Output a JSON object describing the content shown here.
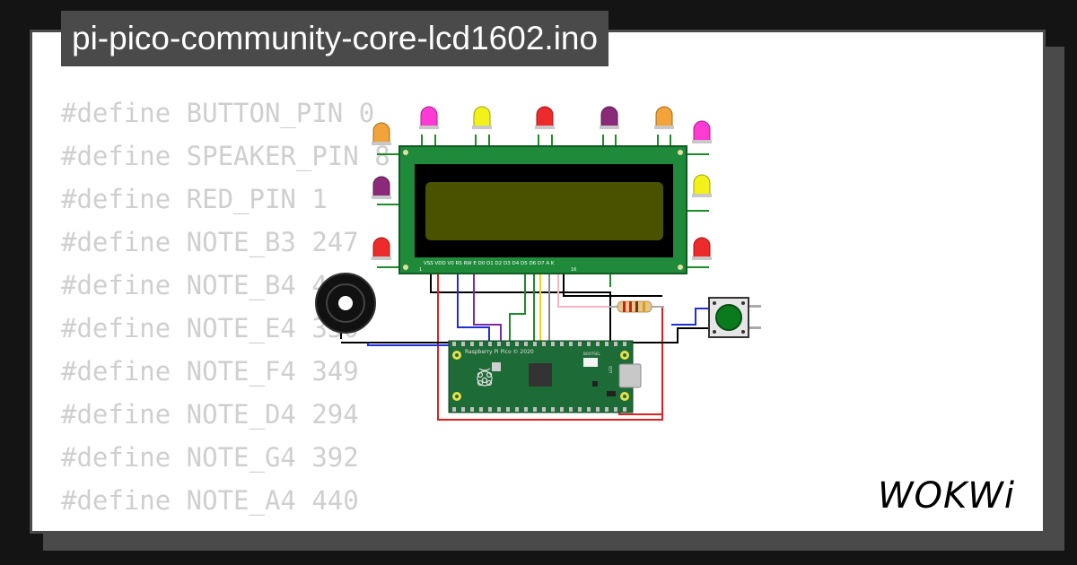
{
  "title": "pi-pico-community-core-lcd1602.ino",
  "code_lines": [
    "#define BUTTON_PIN 0",
    "#define SPEAKER_PIN 8",
    "#define RED_PIN 1",
    "#define NOTE_B3 247",
    "#define NOTE_B4 494",
    "#define NOTE_E4 330",
    "#define NOTE_F4 349",
    "#define NOTE_D4 294",
    "#define NOTE_G4 392",
    "#define NOTE_A4 440"
  ],
  "lcd": {
    "pin_labels": "VSS VDD V0 RS RW E D0 D1 D2 D3 D4 D5 D6 D7 A K",
    "pin_first": "1",
    "pin_last": "16"
  },
  "pico": {
    "label": "Raspberry Pi Pico © 2020",
    "bootsel": "BOOTSEL",
    "led": "LED"
  },
  "brand": "WOKWi",
  "colors": {
    "background": "#141414",
    "frame": "#4a4a4a",
    "card": "#ffffff",
    "code_text": "#cfcfcf",
    "lcd_board": "#1f8a3a",
    "lcd_screen": "#4a5200",
    "pico_board": "#1d6b36",
    "button_cap": "#0a7a1e"
  },
  "led_colors": [
    "#ff3bd4",
    "#f2f21a",
    "#ee2b2b",
    "#8c2a7a",
    "#f2a43a",
    "#f2a43a",
    "#8c2a7a",
    "#ee2b2b",
    "#ff3bd4",
    "#f2f21a",
    "#ee2b2b"
  ]
}
